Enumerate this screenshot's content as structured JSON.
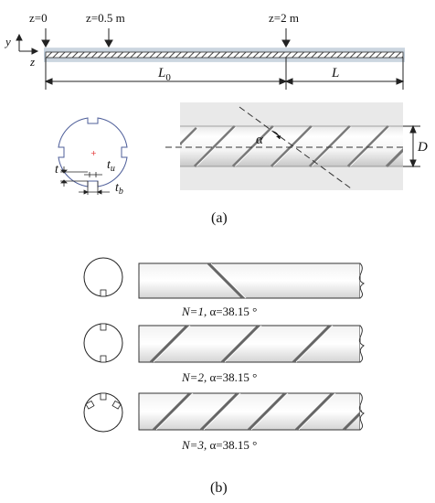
{
  "part_a": {
    "positions": [
      "z=0",
      "z=0.5 m",
      "z=2 m"
    ],
    "axis_y": "y",
    "axis_z": "z",
    "length_L0": "L",
    "length_L0_sub": "0",
    "length_L": "L",
    "angle_label": "α",
    "diameter_label": "D",
    "groove_t": "t",
    "groove_tu": "t",
    "groove_tu_sub": "u",
    "groove_tb": "t",
    "groove_tb_sub": "b",
    "caption": "(a)"
  },
  "part_b": {
    "variants": [
      {
        "n": "N=1, ",
        "alpha": "α=38.15 °",
        "grooves": 1
      },
      {
        "n": "N=2, ",
        "alpha": "α=38.15 °",
        "grooves": 2
      },
      {
        "n": "N=3, ",
        "alpha": "α=38.15 °",
        "grooves": 3
      }
    ],
    "caption": "(b)"
  },
  "colors": {
    "line": "#222222",
    "dash": "#333333",
    "pipe_band": "#b9c6d3",
    "hatch": "#444444",
    "marker_red": "#e33333"
  }
}
